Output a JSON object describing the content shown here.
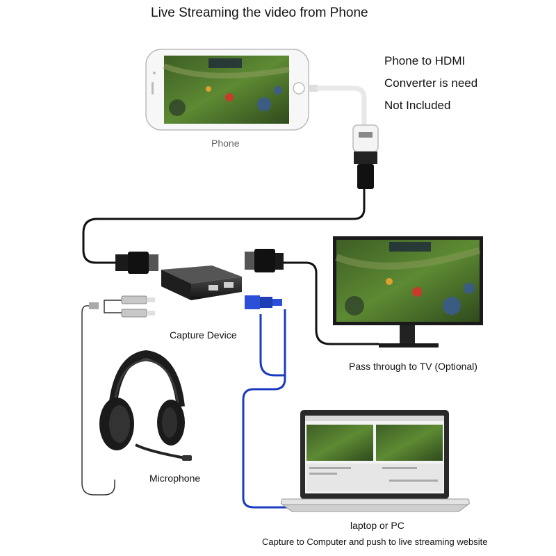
{
  "title": "Live Streaming the video from Phone",
  "note": {
    "line1": "Phone to HDMI",
    "line2": "Converter is need",
    "line3": "Not Included"
  },
  "labels": {
    "phone": "Phone",
    "capture_device": "Capture Device",
    "pass_through": "Pass through to TV (Optional)",
    "microphone": "Microphone",
    "laptop": "laptop or PC",
    "caption": "Capture to Computer and push to live streaming website"
  },
  "colors": {
    "cable_black": "#111111",
    "cable_blue": "#1b3bbf",
    "usb_blue": "#2b4fd6",
    "game_green": "#4f7a2c",
    "device_dark": "#2a2a2a"
  },
  "icons": [
    "phone-icon",
    "hdmi-adapter-icon",
    "capture-device-icon",
    "monitor-icon",
    "headset-icon",
    "laptop-icon"
  ]
}
